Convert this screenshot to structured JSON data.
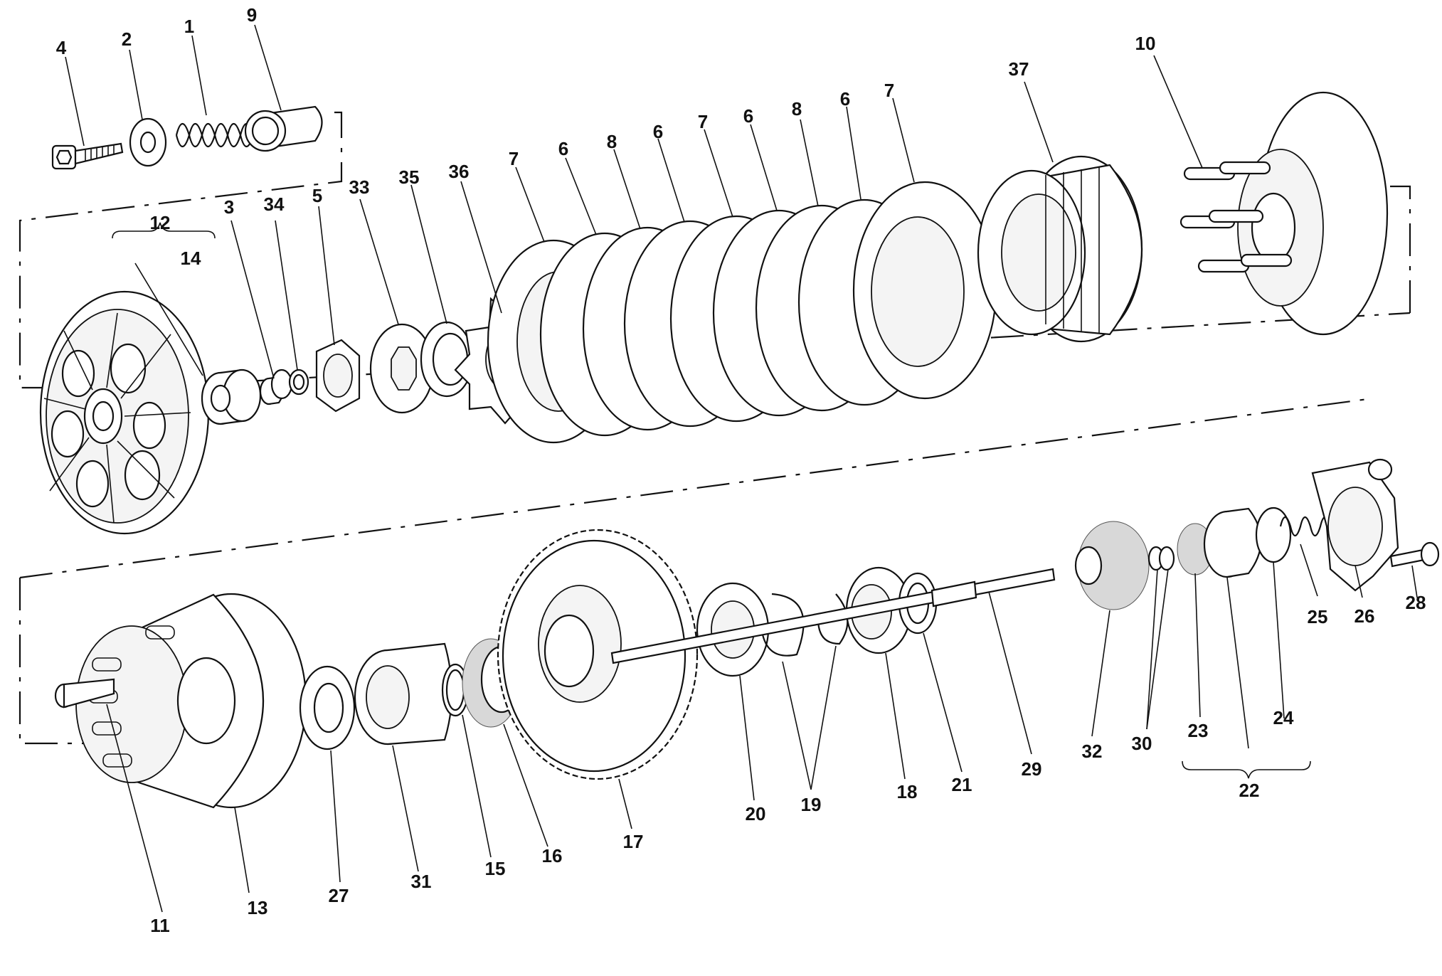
{
  "labels": {
    "l1": "1",
    "l2": "2",
    "l3": "3",
    "l4": "4",
    "l5": "5",
    "l6a": "6",
    "l6b": "6",
    "l6c": "6",
    "l6d": "6",
    "l7a": "7",
    "l7b": "7",
    "l7c": "7",
    "l8a": "8",
    "l8b": "8",
    "l9": "9",
    "l10": "10",
    "l11": "11",
    "l12": "12",
    "l13": "13",
    "l14": "14",
    "l15": "15",
    "l16": "16",
    "l17": "17",
    "l18": "18",
    "l19": "19",
    "l20": "20",
    "l21": "21",
    "l22": "22",
    "l23": "23",
    "l24": "24",
    "l25": "25",
    "l26": "26",
    "l27": "27",
    "l28": "28",
    "l29": "29",
    "l30": "30",
    "l31": "31",
    "l32": "32",
    "l33": "33",
    "l34": "34",
    "l35": "35",
    "l36": "36",
    "l37": "37"
  }
}
